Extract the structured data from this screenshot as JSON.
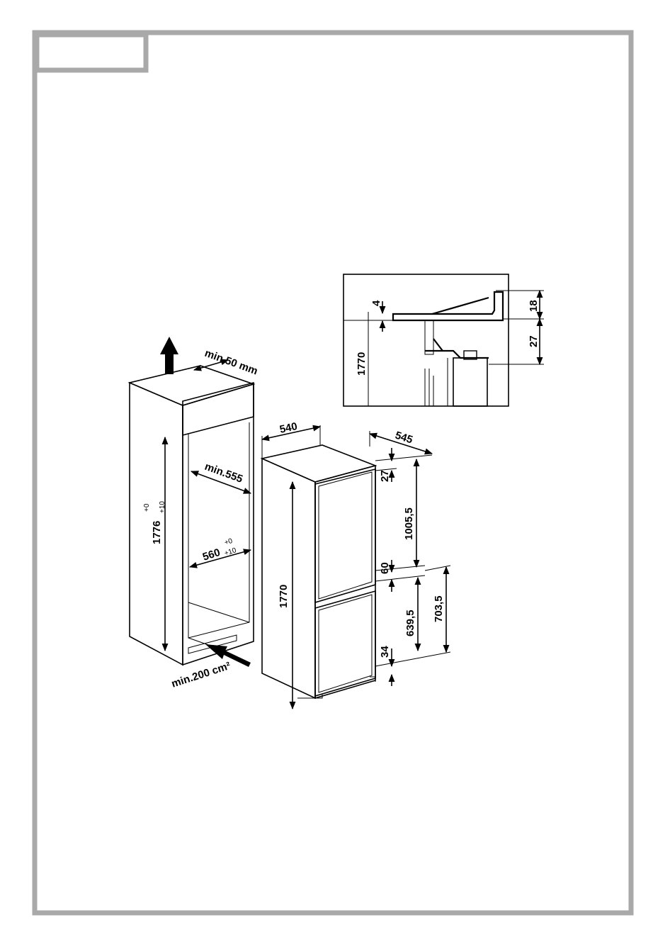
{
  "colors": {
    "frame": "#a9a9a9",
    "ink": "#000000",
    "paper": "#ffffff"
  },
  "niche": {
    "vent_top": "min.50 mm",
    "depth_min": "min.555",
    "height": "1776",
    "height_tol_up": "+0",
    "height_tol_down": "+10",
    "width": "560",
    "width_tol_up": "+0",
    "width_tol_down": "+10",
    "vent_bottom": "min.200 cm²"
  },
  "appliance": {
    "width": "540",
    "depth": "545",
    "height": "1770",
    "top_gap": "27",
    "upper_door": "1005,5",
    "door_gap": "60",
    "lower_door": "639,5",
    "lower_total": "703,5",
    "bottom_gap": "34"
  },
  "detail": {
    "gap": "4",
    "height": "1770",
    "top": "18",
    "hinge": "27"
  }
}
